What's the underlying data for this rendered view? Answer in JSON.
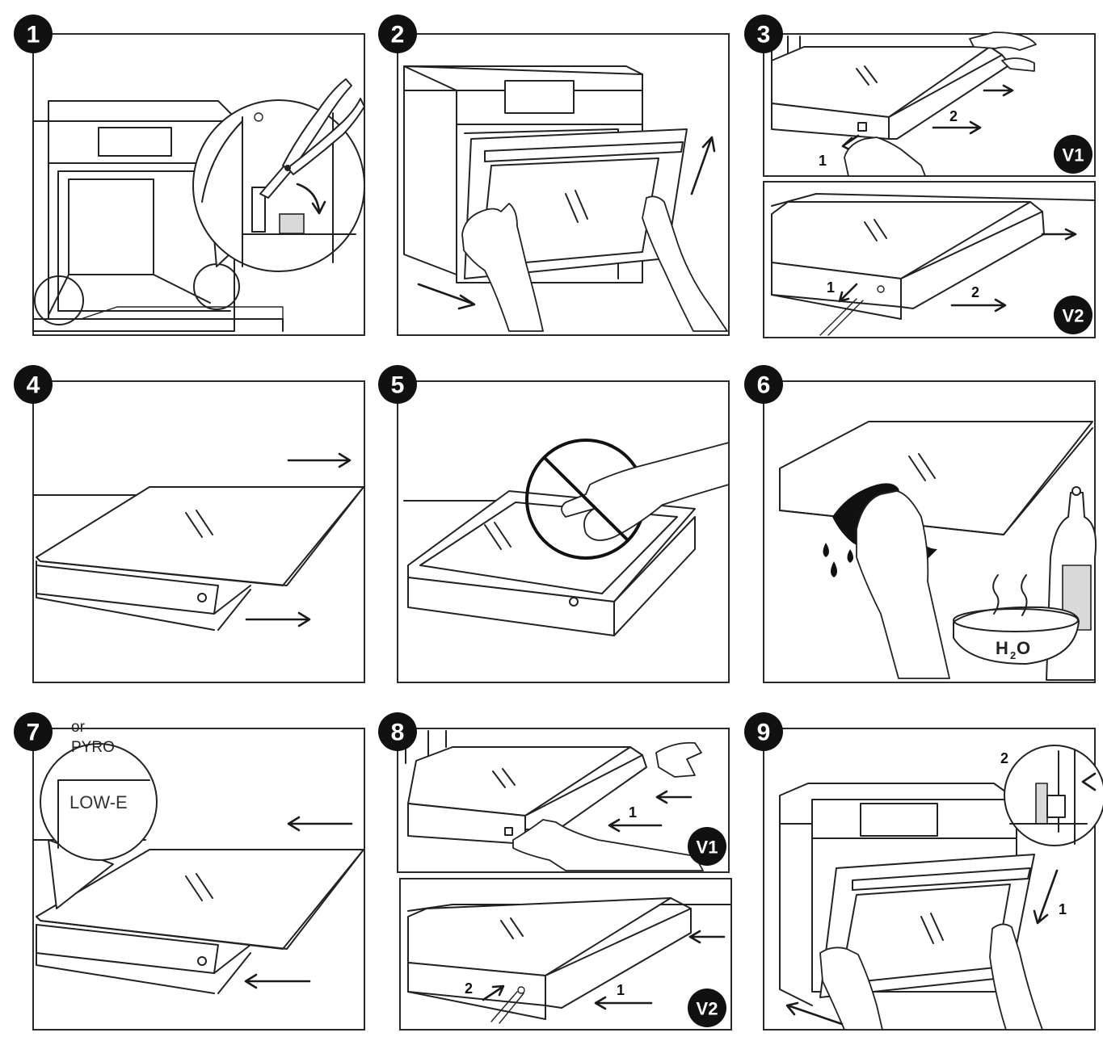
{
  "steps": [
    {
      "number": "1"
    },
    {
      "number": "2"
    },
    {
      "number": "3",
      "variants": [
        "V1",
        "V2"
      ],
      "callouts_v1": [
        "1",
        "2"
      ],
      "callouts_v2": [
        "1",
        "2"
      ]
    },
    {
      "number": "4"
    },
    {
      "number": "5"
    },
    {
      "number": "6",
      "label": "H2O",
      "label_main": "H",
      "label_sub": "2",
      "label_end": "O"
    },
    {
      "number": "7",
      "label_or": "or",
      "label_pyro": "PYRO",
      "label_lowe": "LOW-E"
    },
    {
      "number": "8",
      "variants": [
        "V1",
        "V2"
      ],
      "callouts_v1": [
        "1"
      ],
      "callouts_v2": [
        "1",
        "2"
      ]
    },
    {
      "number": "9",
      "callouts": [
        "2",
        "1"
      ]
    }
  ],
  "colors": {
    "ink": "#1a1a1a",
    "badge": "#111111",
    "frame_fill": "#ffffff",
    "shade": "#d9d9d9"
  }
}
